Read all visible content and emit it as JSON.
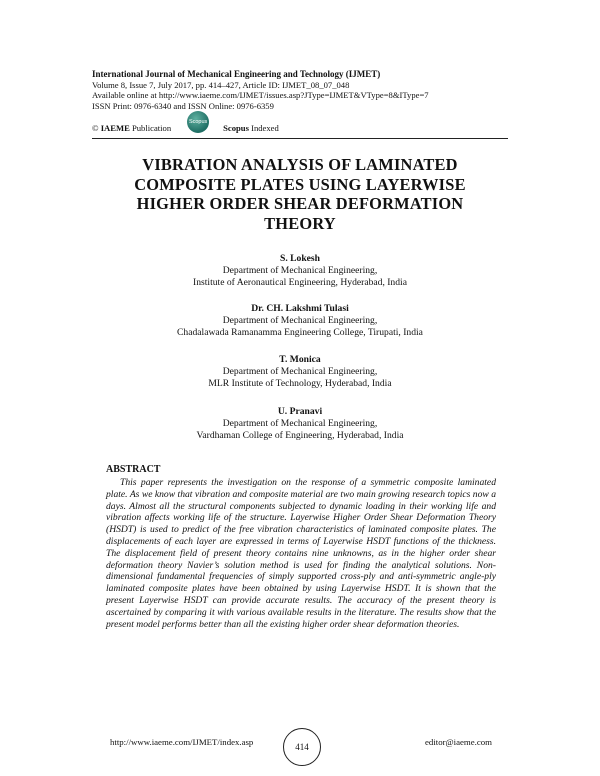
{
  "header": {
    "journal_name": "International Journal of Mechanical Engineering and Technology (IJMET)",
    "volume_line": "Volume 8, Issue 7, July 2017, pp. 414–427, Article ID: IJMET_08_07_048",
    "available_line": "Available online at http://www.iaeme.com/IJMET/issues.asp?JType=IJMET&VType=8&IType=7",
    "issn_line": "ISSN Print: 0976-6340 and ISSN Online: 0976-6359",
    "copyright_prefix": "©",
    "publisher": "IAEME",
    "publication_word": "Publication",
    "scopus_logo_text": "Scopus",
    "scopus_label": "Scopus",
    "indexed_word": "Indexed"
  },
  "title": {
    "line1": "VIBRATION ANALYSIS OF LAMINATED",
    "line2": "COMPOSITE PLATES USING LAYERWISE",
    "line3": "HIGHER ORDER SHEAR DEFORMATION",
    "line4": "THEORY"
  },
  "authors": [
    {
      "name": "S. Lokesh",
      "dept": "Department of Mechanical Engineering,",
      "inst": "Institute of Aeronautical Engineering, Hyderabad, India"
    },
    {
      "name": "Dr. CH. Lakshmi Tulasi",
      "dept": "Department of Mechanical Engineering,",
      "inst": "Chadalawada Ramanamma Engineering College, Tirupati, India"
    },
    {
      "name": "T. Monica",
      "dept": "Department of Mechanical Engineering,",
      "inst": "MLR Institute of Technology, Hyderabad, India"
    },
    {
      "name": "U. Pranavi",
      "dept": "Department of Mechanical Engineering,",
      "inst": "Vardhaman College of Engineering, Hyderabad, India"
    }
  ],
  "abstract": {
    "heading": "ABSTRACT",
    "text": "This paper represents the investigation on the response of a symmetric composite laminated plate. As we know that vibration and composite material are two main growing research topics now a days. Almost all the structural components subjected to dynamic loading in their working life and vibration affects working life of the structure. Layerwise Higher Order Shear Deformation Theory (HSDT) is used to predict of the free vibration characteristics of laminated composite plates. The displacements of each layer are expressed in terms of Layerwise HSDT functions of the thickness. The displacement field of present theory contains nine unknowns, as in the higher order shear deformation theory Navier’s solution method is used for finding the analytical solutions. Non-dimensional fundamental frequencies of simply supported cross-ply and anti-symmetric angle-ply laminated composite plates have been obtained by using Layerwise HSDT. It is shown that the present Layerwise HSDT can provide accurate results. The accuracy of the present theory is ascertained by comparing it with various available results in the literature. The results show that the present model performs better than all the existing higher order shear deformation theories."
  },
  "footer": {
    "url": "http://www.iaeme.com/IJMET/index.asp",
    "page_number": "414",
    "email": "editor@iaeme.com"
  }
}
